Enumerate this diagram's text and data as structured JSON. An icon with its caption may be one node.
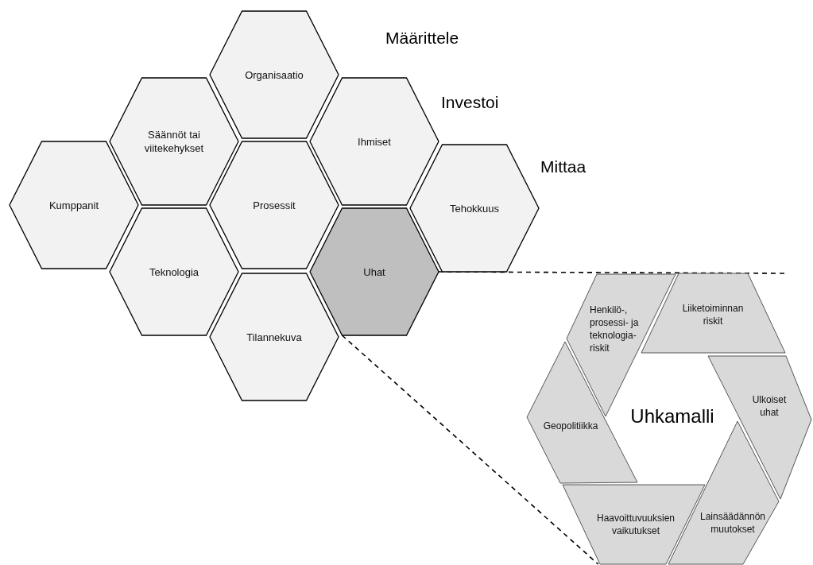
{
  "diagram": {
    "nodes": [
      {
        "text": [
          "Organisaatio"
        ]
      },
      {
        "text": [
          "Säännöt tai viitekehykset"
        ]
      },
      {
        "text": [
          "Ihmiset"
        ]
      },
      {
        "text": [
          "Kumppanit"
        ]
      },
      {
        "text": [
          "Prosessit"
        ]
      },
      {
        "text": [
          "Tehokkuus"
        ]
      },
      {
        "text": [
          "Teknologia"
        ]
      },
      {
        "text": [
          "Uhat"
        ]
      },
      {
        "text": [
          "Tilannekuva"
        ]
      },
      {
        "text": [
          "Henkilö-, prosessi- ja teknologia- riskit"
        ]
      },
      {
        "text": [
          "Liiketoiminnan riskit"
        ]
      },
      {
        "text": [
          "Geopolitiikka"
        ]
      },
      {
        "text": [
          "Ulkoiset uhat"
        ]
      },
      {
        "text": [
          "Haavoittuvuuksien vaikutukset"
        ]
      },
      {
        "text": [
          "Lainsäädännön muutokset"
        ]
      }
    ],
    "edges": [
      {
        "from": 7,
        "to": 10,
        "arrow": "none",
        "style": "dashed"
      },
      {
        "from": 7,
        "to": 13,
        "arrow": "none",
        "style": "dashed"
      }
    ],
    "labels": [
      "Määrittele",
      "Investoi",
      "Mittaa",
      "Uhkamalli"
    ]
  }
}
